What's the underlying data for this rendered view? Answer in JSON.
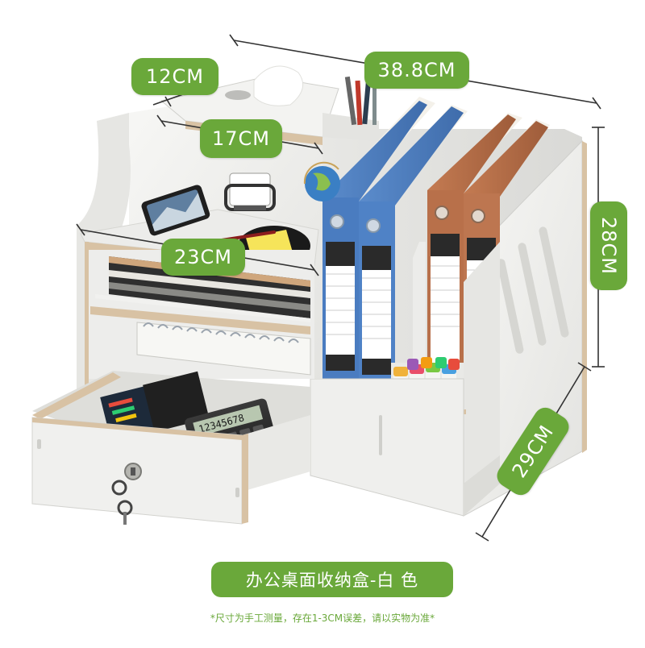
{
  "product": {
    "title": "办公桌面收纳盒-白 色",
    "note": "*尺寸为手工测量，存在1-3CM误差，请以实物为准*"
  },
  "dimensions": {
    "top_depth": "12CM",
    "width": "38.8CM",
    "middle_width": "17CM",
    "height": "28CM",
    "shelf_width": "23CM",
    "depth": "29CM"
  },
  "calculator_display": "12345678",
  "colors": {
    "label_green": "#6aa83a",
    "organizer_white": "#efefee",
    "edge_wood": "#d8c2a4",
    "folder_blue": "#4f7fc0",
    "folder_brown": "#b8704a",
    "sticky_yellow": "#f6e45a"
  }
}
